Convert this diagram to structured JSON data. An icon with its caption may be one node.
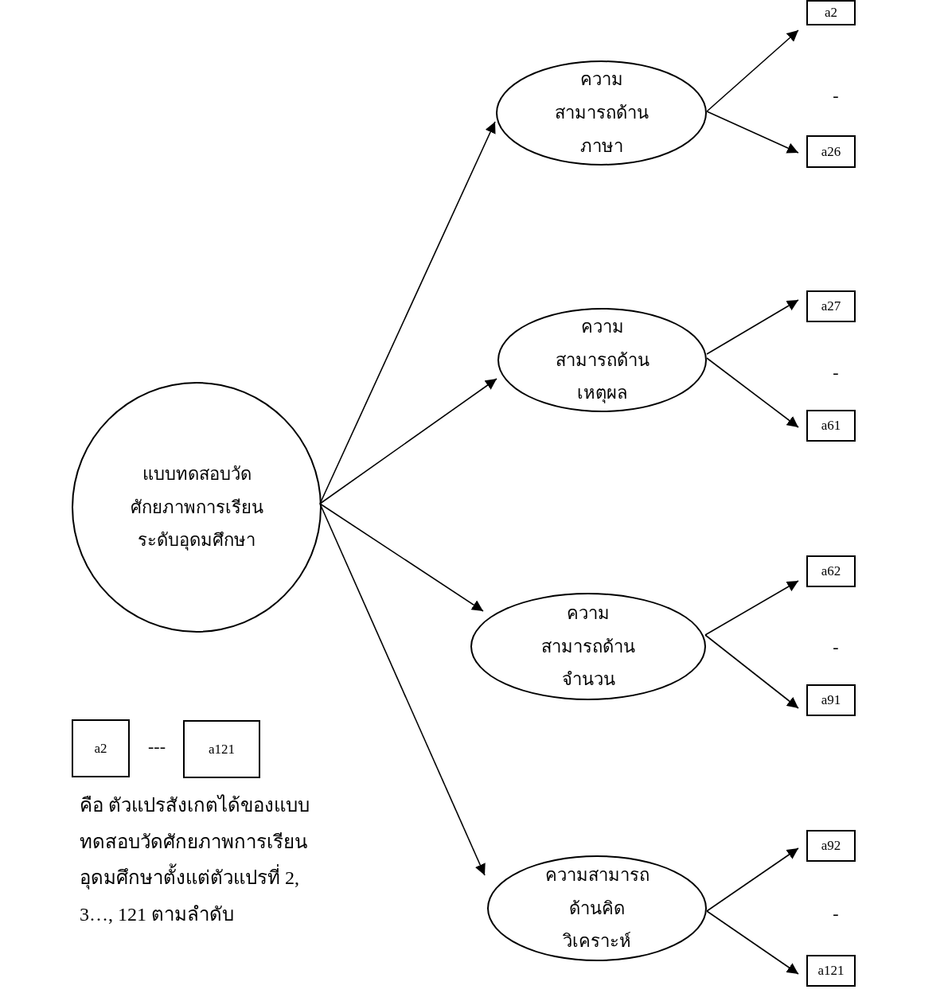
{
  "diagram": {
    "nodes": [
      {
        "text": [
          "แบบทดสอบวัดศักยภาพการเรียนระดับอุดมศึกษา"
        ]
      },
      {
        "text": [
          "ความสามารถด้านภาษา"
        ]
      },
      {
        "text": [
          "ความสามารถด้านเหตุผล"
        ]
      },
      {
        "text": [
          "ความสามารถด้านจำนวน"
        ]
      },
      {
        "text": [
          "ความสามารถด้านคิดวิเคราะห์"
        ]
      },
      {
        "text": [
          "a2"
        ]
      },
      {
        "text": [
          "a26"
        ]
      },
      {
        "text": [
          "a27"
        ]
      },
      {
        "text": [
          "a61"
        ]
      },
      {
        "text": [
          "a62"
        ]
      },
      {
        "text": [
          "a91"
        ]
      },
      {
        "text": [
          "a92"
        ]
      },
      {
        "text": [
          "a121"
        ]
      },
      {
        "text": [
          "a2"
        ]
      },
      {
        "text": [
          "a121"
        ]
      }
    ],
    "edges": [
      {
        "from": 0,
        "to": 1,
        "arrow": "to"
      },
      {
        "from": 0,
        "to": 2,
        "arrow": "to"
      },
      {
        "from": 0,
        "to": 3,
        "arrow": "to"
      },
      {
        "from": 0,
        "to": 4,
        "arrow": "to"
      },
      {
        "from": 1,
        "to": 5,
        "arrow": "to"
      },
      {
        "from": 1,
        "to": 6,
        "arrow": "to"
      },
      {
        "from": 2,
        "to": 7,
        "arrow": "to"
      },
      {
        "from": 2,
        "to": 8,
        "arrow": "to"
      },
      {
        "from": 3,
        "to": 9,
        "arrow": "to"
      },
      {
        "from": 3,
        "to": 10,
        "arrow": "to"
      },
      {
        "from": 4,
        "to": 11,
        "arrow": "to"
      },
      {
        "from": 4,
        "to": 12,
        "arrow": "to"
      }
    ],
    "labels": [
      "-",
      "-",
      "-",
      "-",
      "---",
      "คือ ตัวแปรสังเกตได้ของแบบทดสอบวัดศักยภาพการเรียนอุดมศึกษาตั้งแต่ตัวแปรที่ 2, 3…, 121 ตามลำดับ"
    ]
  }
}
